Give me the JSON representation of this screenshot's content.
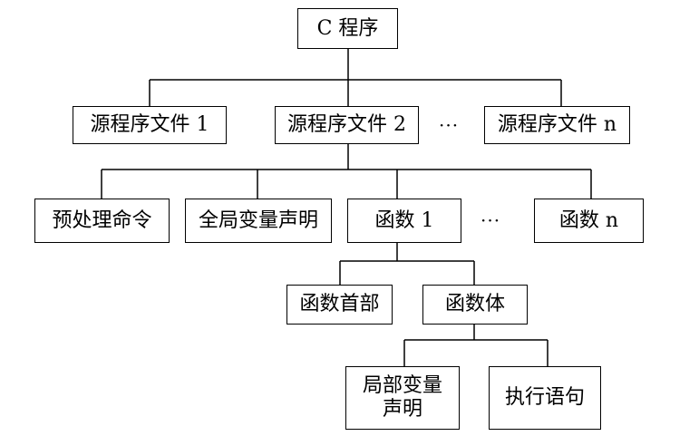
{
  "nodes": {
    "root": "C 程序",
    "file1": "源程序文件 1",
    "file2": "源程序文件 2",
    "filen": "源程序文件 n",
    "preprocess": "预处理命令",
    "globals": "全局变量声明",
    "func1": "函数 1",
    "funcn": "函数 n",
    "func_header": "函数首部",
    "func_body": "函数体",
    "local_vars": "局部变量声明",
    "statements": "执行语句"
  },
  "ellipses": {
    "files": "···",
    "funcs": "···"
  }
}
